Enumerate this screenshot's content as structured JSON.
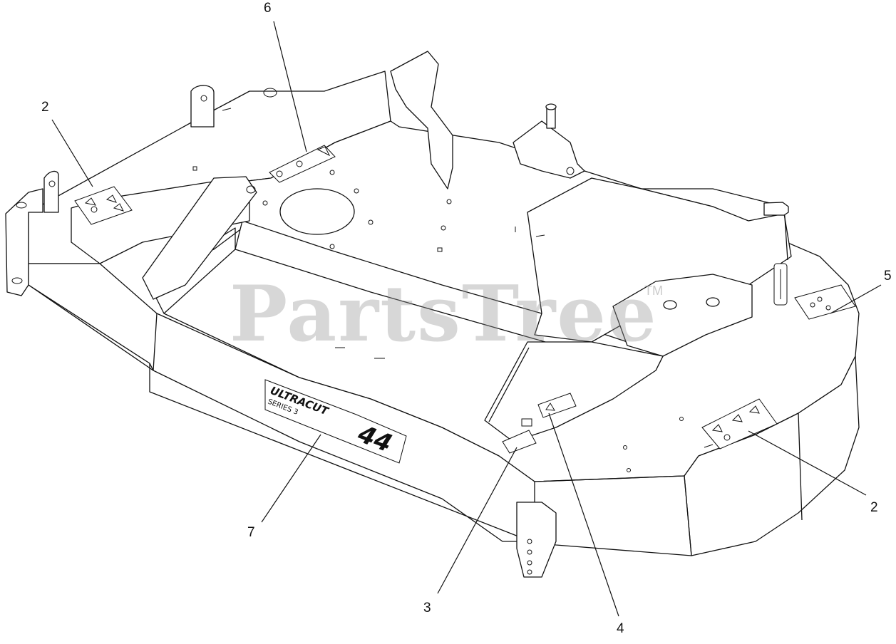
{
  "diagram": {
    "callouts": [
      {
        "id": "callout-6",
        "label": "6"
      },
      {
        "id": "callout-2-left",
        "label": "2"
      },
      {
        "id": "callout-5",
        "label": "5"
      },
      {
        "id": "callout-2-right",
        "label": "2"
      },
      {
        "id": "callout-7",
        "label": "7"
      },
      {
        "id": "callout-3",
        "label": "3"
      },
      {
        "id": "callout-4",
        "label": "4"
      }
    ],
    "deck_decal": {
      "brand": "ULTRACUT",
      "series": "SERIES 3",
      "size": "44"
    }
  },
  "watermark": {
    "text": "PartsTree",
    "tm": "TM"
  }
}
